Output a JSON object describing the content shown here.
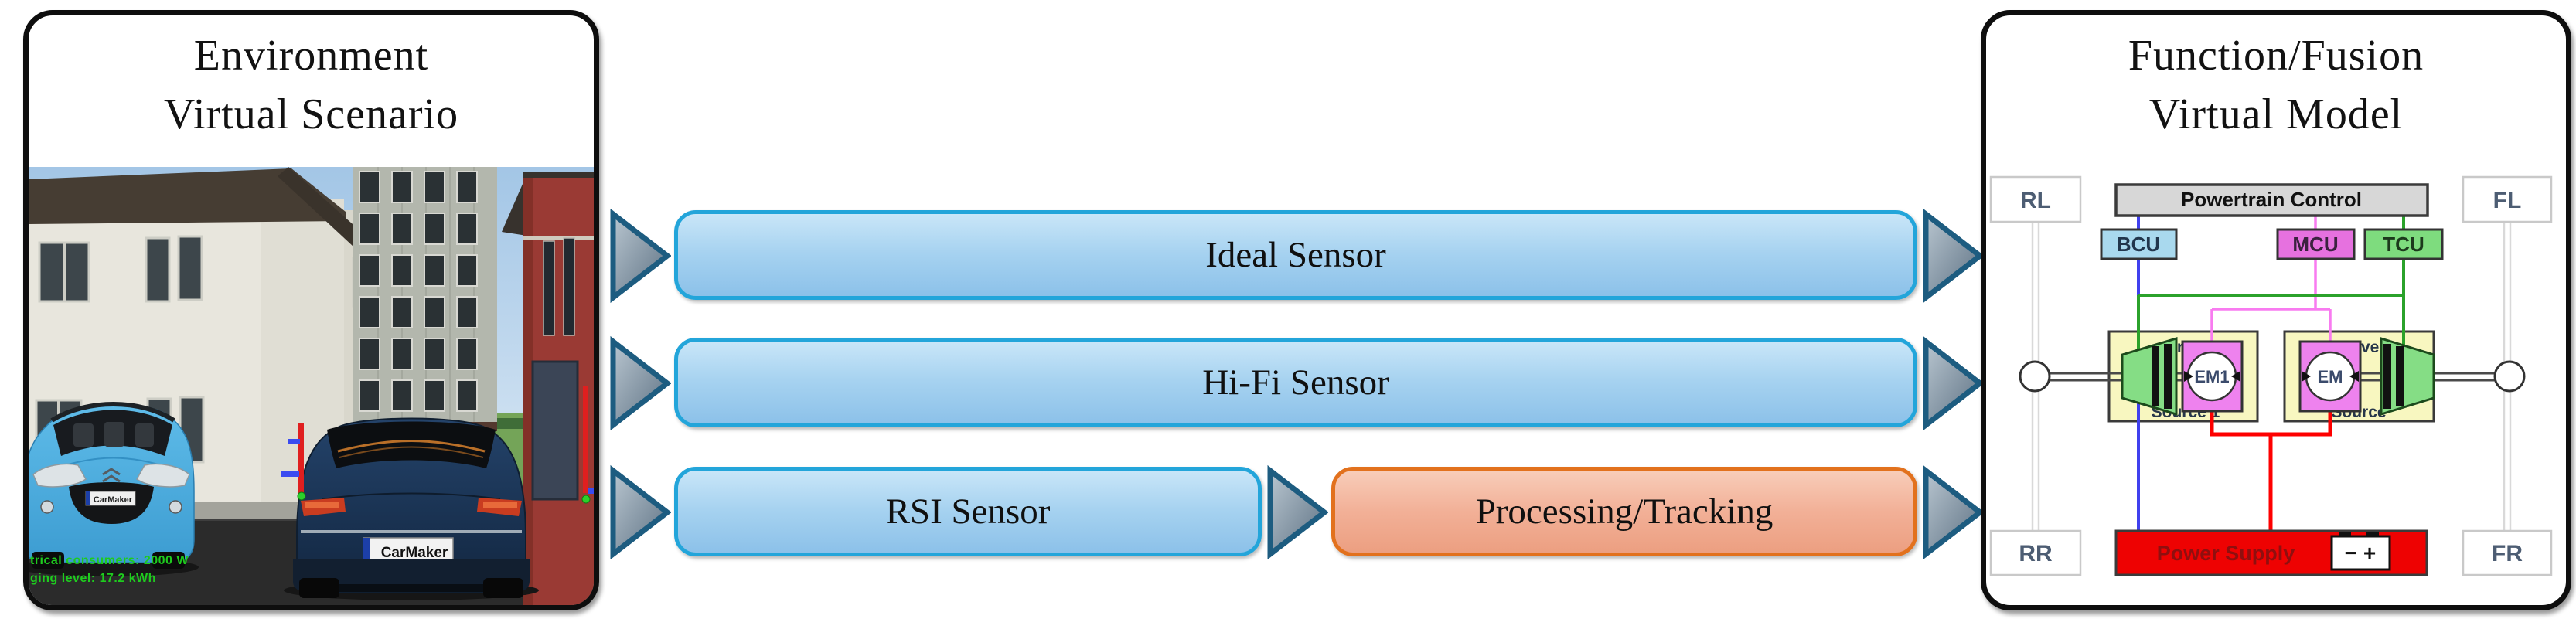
{
  "left_panel": {
    "title_line1": "Environment",
    "title_line2": "Virtual Scenario",
    "scene": {
      "ego_vehicle_plate": "CarMaker",
      "traffic_vehicle_plate": "CarMaker",
      "telemetry_line1": "trical consumers: 2000 W",
      "telemetry_line2": "ging level: 17.2 kWh"
    }
  },
  "pipeline": {
    "row1_label": "Ideal Sensor",
    "row2_label": "Hi-Fi Sensor",
    "row3_label": "RSI Sensor",
    "row3b_label": "Processing/Tracking"
  },
  "right_panel": {
    "title_line1": "Function/Fusion",
    "title_line2": "Virtual Model",
    "diagram": {
      "powertrain_control": "Powertrain Control",
      "ecu_bcu": "BCU",
      "ecu_mcu": "MCU",
      "ecu_tcu": "TCU",
      "wheel_rl": "RL",
      "wheel_fl": "FL",
      "wheel_rr": "RR",
      "wheel_fr": "FR",
      "drive1_label_top": "Drive",
      "drive1_label_bottom": "Source 1",
      "drive1_motor": "EM1",
      "drive2_label_top": "Drive",
      "drive2_label_bottom": "Source",
      "drive2_motor": "EM",
      "power_supply": "Power Supply",
      "battery_symbols": "− +"
    }
  },
  "colors": {
    "sensor_bar_border": "#23a5da",
    "sensor_bar_fill": "#a6d2f0",
    "processing_bar_border": "#e2711d",
    "processing_bar_fill": "#f2b097",
    "connector_arrow_fill": "#6e8294",
    "connector_arrow_border": "#1d5c80",
    "bcu_fill": "#a9d9ee",
    "mcu_fill": "#e671df",
    "tcu_fill": "#7edc7e",
    "drive_source_fill": "#f8f7c0",
    "motor_fill": "#ee82ee",
    "power_supply_fill": "#ee0202",
    "telemetry_green": "#1ecb1e"
  }
}
